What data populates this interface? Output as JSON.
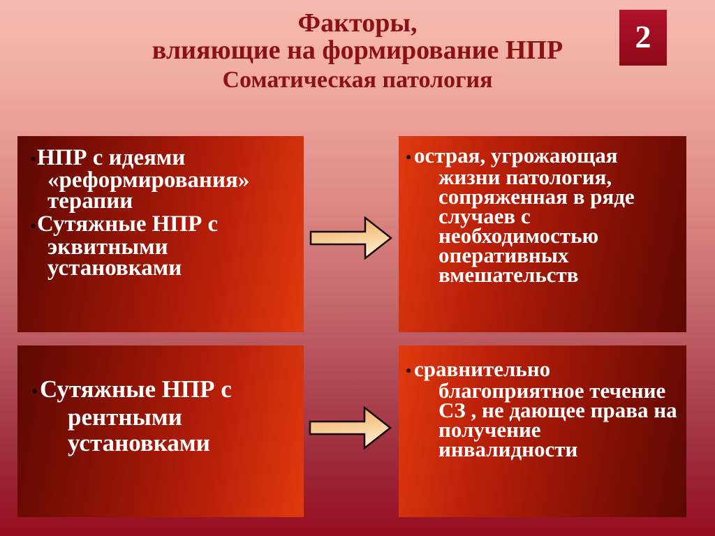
{
  "slide": {
    "page_number": "2",
    "title": "Факторы,\nвлияющие на формирование НПР",
    "subtitle": "Соматическая патология",
    "glyphs": {
      "bullet": "●"
    },
    "boxes": [
      {
        "name": "top-left",
        "bullets": [
          "НПР с идеями\n«реформирования»\nтерапии",
          "Сутяжные НПР с\nэквитными\nустановками"
        ]
      },
      {
        "name": "top-right",
        "bullets": [
          "острая, угрожающая\nжизни патология,\nсопряженная в ряде\nслучаев с\nнеобходимостью\nоперативных\nвмешательств"
        ]
      },
      {
        "name": "bottom-left",
        "bullets": [
          "Сутяжные НПР с\nрентными\nустановками"
        ]
      },
      {
        "name": "bottom-right",
        "bullets": [
          "сравнительно\nблагоприятное течение\nСЗ , не дающее права на\nполучение\nинвалидности"
        ]
      }
    ],
    "colors": {
      "background_top": "#F6BAB0",
      "background_bottom": "#970C1F",
      "box_gradient_dark": "#5C0804",
      "box_gradient_bright": "#E03A0E",
      "title_text": "#8C1114",
      "box_text": "#FFFFFF",
      "badge_background": "#9D0D20",
      "badge_text": "#FFFFFF",
      "arrow_fill_top": "#EDA365",
      "arrow_fill_bottom": "#FDEBC8",
      "arrow_outline": "#150400"
    }
  }
}
